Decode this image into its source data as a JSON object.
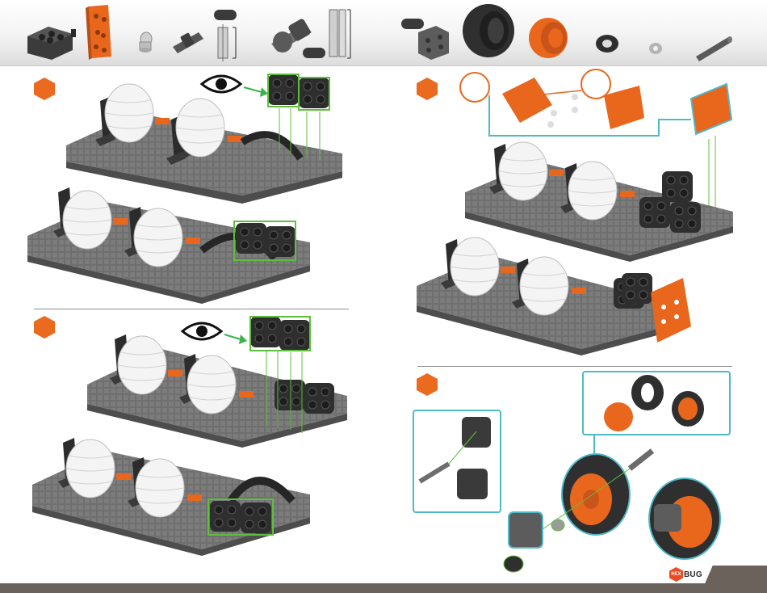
{
  "parts_header": {
    "parts": [
      {
        "name": "plate-2x2",
        "color": "#3b3b3b"
      },
      {
        "name": "bracket-plate",
        "color": "#e8671d"
      },
      {
        "name": "hub-pin",
        "color": "#8a8a8a"
      },
      {
        "name": "short-axle-connector",
        "color": "#555555"
      },
      {
        "name": "axle-connector-long",
        "color": "#6d6d6d"
      },
      {
        "name": "small-tile",
        "color": "#5c5c5c"
      },
      {
        "name": "tire",
        "color": "#2f2f2f"
      },
      {
        "name": "orange-rim",
        "color": "#e8671d"
      },
      {
        "name": "hex-nut",
        "color": "#2f2f2f"
      },
      {
        "name": "washer",
        "color": "#9a9a9a"
      },
      {
        "name": "rod",
        "color": "#5a5a5a"
      }
    ],
    "quantity_badges": [
      "",
      "",
      ""
    ]
  },
  "steps": [
    {
      "id": "step-a",
      "number": ""
    },
    {
      "id": "step-b",
      "number": ""
    },
    {
      "id": "step-c",
      "number": ""
    },
    {
      "id": "step-d",
      "number": ""
    }
  ],
  "colors": {
    "accent_orange": "#ea6a1f",
    "callout_green": "#5fbf3c",
    "callout_teal": "#4fb9c8",
    "base_gray": "#6f6f6f",
    "part_black": "#2e2e2e",
    "drum_white": "#f4f4f4"
  },
  "icons": [
    "eye-icon",
    "eye-icon",
    "arrow-right-icon"
  ],
  "footer": {
    "logo_mark": "HEX",
    "logo_word": "BUG",
    "page_number": ""
  }
}
